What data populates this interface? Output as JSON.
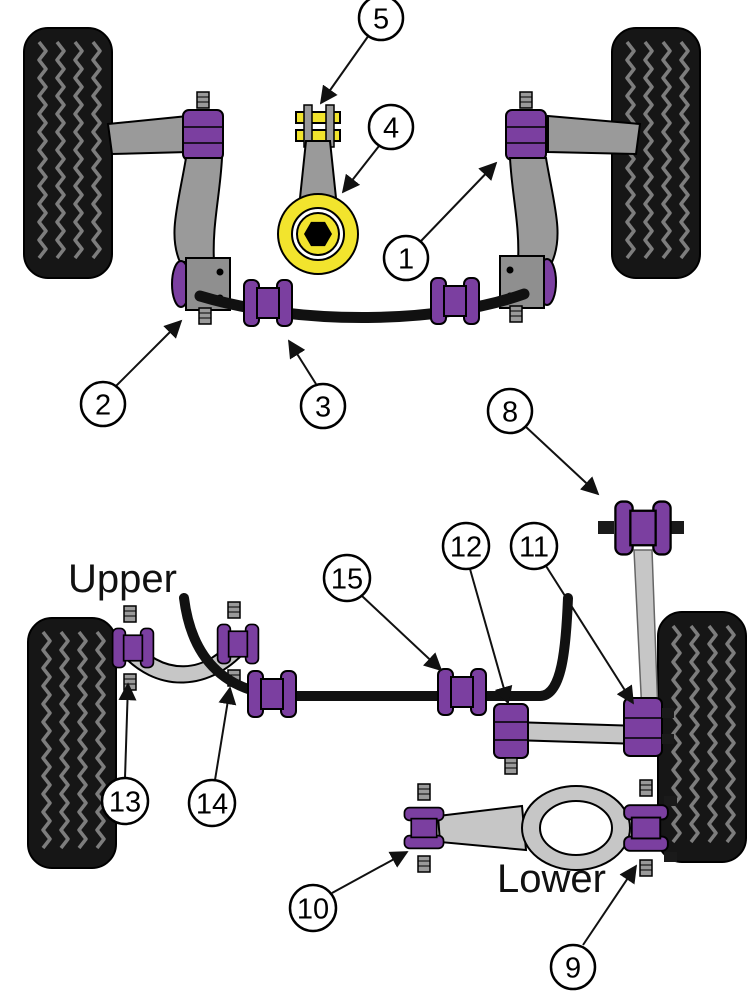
{
  "diagram": {
    "type": "car-suspension-parts-diagram",
    "section_labels": {
      "upper": "Upper",
      "lower": "Lower"
    },
    "callouts": {
      "c1": "1",
      "c2": "2",
      "c3": "3",
      "c4": "4",
      "c5": "5",
      "c8": "8",
      "c9": "9",
      "c10": "10",
      "c11": "11",
      "c12": "12",
      "c13": "13",
      "c14": "14",
      "c15": "15"
    },
    "colors": {
      "bushing_purple": "#7b3fa0",
      "mount_yellow": "#f2e42d",
      "arm_gray": "#9a9a9a",
      "link_gray": "#c6c6c6",
      "tire_black": "#161616",
      "line_black": "#111111",
      "background": "#ffffff"
    }
  }
}
